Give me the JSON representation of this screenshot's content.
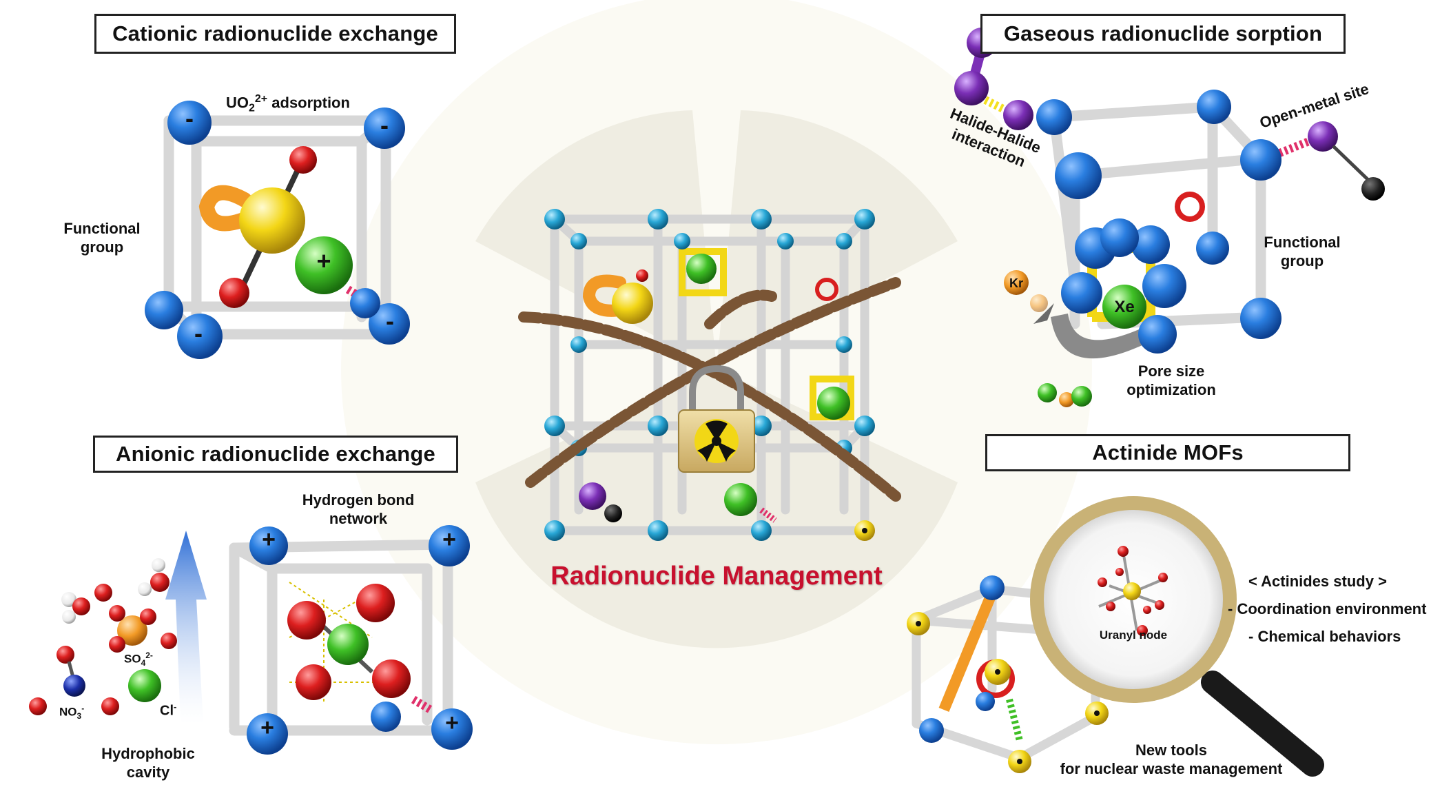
{
  "colors": {
    "node_blue": "#1e6fd0",
    "node_cyan": "#26a9d8",
    "rod_grey": "#e4e4e4",
    "uranyl_yellow": "#f2d716",
    "oxygen_red": "#d81f1f",
    "halide_purple": "#7a2fb5",
    "chlorine_green": "#3fbf25",
    "chain_brown": "#7a5535",
    "title_red": "#c8102e",
    "arrow_blue": "#2f6fd6",
    "magnifier_gold": "#c9b276"
  },
  "panels": {
    "cationic": {
      "title": "Cationic radionuclide exchange",
      "uo2_main": "UO",
      "uo2_sub": "2",
      "uo2_sup": "2+",
      "uo2_rest": " adsorption",
      "functional_group_1": "Functional",
      "functional_group_2": "group",
      "minus_sign": "-",
      "plus_sign": "+"
    },
    "gaseous": {
      "title": "Gaseous radionuclide sorption",
      "halide_1": "Halide-Halide",
      "halide_2": "interaction",
      "open_metal": "Open-metal site",
      "functional_group_1": "Functional",
      "functional_group_2": "group",
      "kr": "Kr",
      "xe": "Xe",
      "pore_1": "Pore size",
      "pore_2": "optimization"
    },
    "anionic": {
      "title": "Anionic radionuclide exchange",
      "hbond_1": "Hydrogen bond",
      "hbond_2": "network",
      "so4_main": "SO",
      "so4_sub": "4",
      "so4_sup": "2-",
      "no3_main": "NO",
      "no3_sub": "3",
      "no3_sup": "-",
      "cl_main": "Cl",
      "cl_sup": "-",
      "hydrophobic_1": "Hydrophobic",
      "hydrophobic_2": "cavity",
      "plus_sign": "+"
    },
    "actinide": {
      "title": "Actinide MOFs",
      "uranyl_node": "Uranyl node",
      "study_title": "< Actinides study >",
      "study_item_1": "- Coordination environment",
      "study_item_2": "- Chemical behaviors",
      "tools_1": "New tools",
      "tools_2": "for nuclear waste management"
    }
  },
  "center": {
    "title": "Radionuclide Management"
  }
}
